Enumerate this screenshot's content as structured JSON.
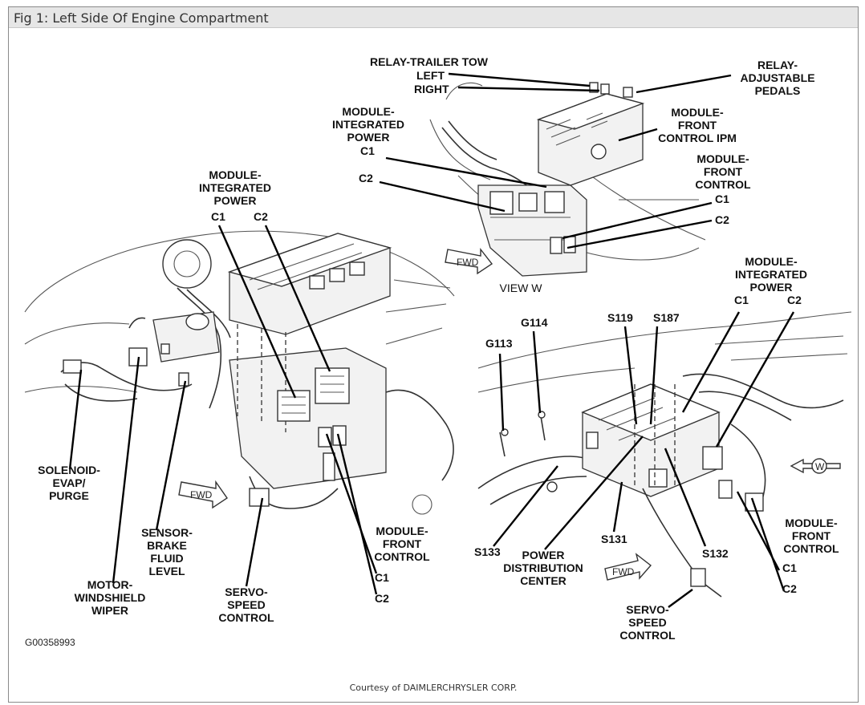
{
  "title": "Fig 1: Left Side Of Engine Compartment",
  "credit": "Courtesy of DAIMLERCHRYSLER CORP.",
  "figure_code": "G00358993",
  "view_w": {
    "caption": "VIEW W",
    "fwd": "FWD",
    "relay_trailer_tow": [
      "RELAY-TRAILER TOW",
      "LEFT",
      "RIGHT"
    ],
    "relay_adjustable_pedals": [
      "RELAY-",
      "ADJUSTABLE",
      "PEDALS"
    ],
    "module_integrated_power": [
      "MODULE-",
      "INTEGRATED",
      "POWER",
      "C1"
    ],
    "c2": "C2",
    "module_front_control_ipm": [
      "MODULE-",
      "FRONT",
      "CONTROL IPM"
    ],
    "module_front_control": [
      "MODULE-",
      "FRONT",
      "CONTROL",
      "C1",
      "C2"
    ]
  },
  "left_view": {
    "fwd": "FWD",
    "module_integrated_power": [
      "MODULE-",
      "INTEGRATED",
      "POWER"
    ],
    "c1": "C1",
    "c2": "C2",
    "solenoid_evap_purge": [
      "SOLENOID-",
      "EVAP/",
      "PURGE"
    ],
    "sensor_brake_fluid_level": [
      "SENSOR-",
      "BRAKE",
      "FLUID",
      "LEVEL"
    ],
    "motor_windshield_wiper": [
      "MOTOR-",
      "WINDSHIELD",
      "WIPER"
    ],
    "servo_speed_control": [
      "SERVO-",
      "SPEED",
      "CONTROL"
    ],
    "module_front_control": [
      "MODULE-",
      "FRONT",
      "CONTROL",
      "C1",
      "C2"
    ]
  },
  "right_view": {
    "fwd": "FWD",
    "w_marker": "W",
    "g113": "G113",
    "g114": "G114",
    "s119": "S119",
    "s187": "S187",
    "s133": "S133",
    "s131": "S131",
    "s132": "S132",
    "module_integrated_power": [
      "MODULE-",
      "INTEGRATED",
      "POWER"
    ],
    "c1": "C1",
    "c2": "C2",
    "power_distribution_center": [
      "POWER",
      "DISTRIBUTION",
      "CENTER"
    ],
    "servo_speed_control": [
      "SERVO-",
      "SPEED",
      "CONTROL"
    ],
    "module_front_control": [
      "MODULE-",
      "FRONT",
      "CONTROL",
      "C1",
      "C2"
    ]
  }
}
